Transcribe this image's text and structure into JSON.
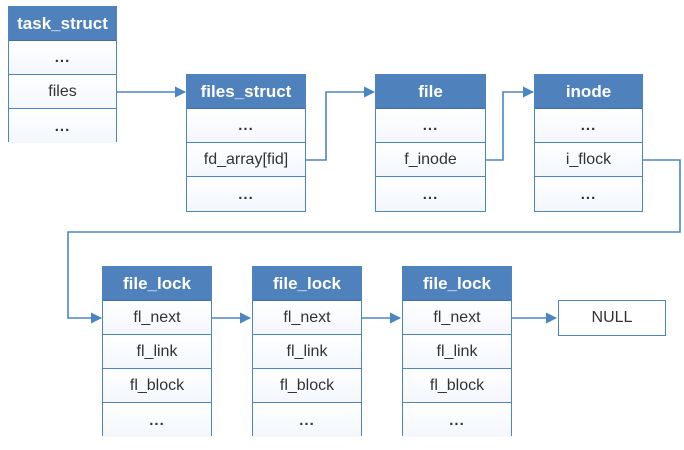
{
  "task_struct": {
    "title": "task_struct",
    "rows": [
      "...",
      "files",
      "..."
    ]
  },
  "files_struct": {
    "title": "files_struct",
    "rows": [
      "...",
      "fd_array[fid]",
      "..."
    ]
  },
  "file": {
    "title": "file",
    "rows": [
      "...",
      "f_inode",
      "..."
    ]
  },
  "inode": {
    "title": "inode",
    "rows": [
      "...",
      "i_flock",
      "..."
    ]
  },
  "file_lock_1": {
    "title": "file_lock",
    "rows": [
      "fl_next",
      "fl_link",
      "fl_block",
      "..."
    ]
  },
  "file_lock_2": {
    "title": "file_lock",
    "rows": [
      "fl_next",
      "fl_link",
      "fl_block",
      "..."
    ]
  },
  "file_lock_3": {
    "title": "file_lock",
    "rows": [
      "fl_next",
      "fl_link",
      "fl_block",
      "..."
    ]
  },
  "null_label": "NULL",
  "colors": {
    "header": "#4f81bd",
    "border": "#4b86c2",
    "arrow": "#4b86c2"
  }
}
